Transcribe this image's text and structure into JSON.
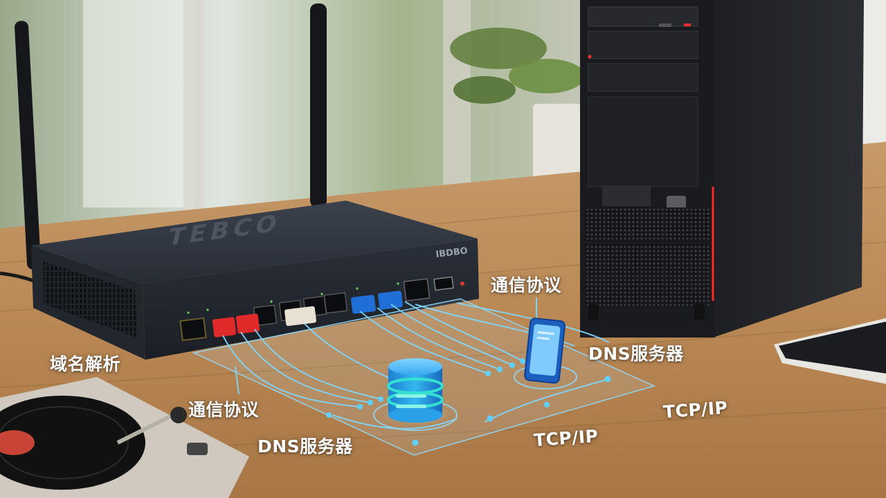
{
  "router": {
    "brand": "TEBCO",
    "badge": "IBDBO"
  },
  "labels": {
    "domain_resolution": "域名解析",
    "protocol_upper": "通信协议",
    "protocol_lower": "通信协议",
    "dns_right": "DNS服务器",
    "dns_lower": "DNS服务器",
    "tcpip_center": "TCP/IP",
    "tcpip_right": "TCP/IP"
  },
  "icons": {
    "database": "database-icon",
    "tablet": "tablet-icon"
  },
  "colors": {
    "overlay_line": "#7fd8ff",
    "db_blue": "#2a9ee6",
    "db_teal": "#35e0d0",
    "cable_red": "#e02a2a",
    "cable_blue": "#1f6fd6",
    "tower_accent": "#ff3030"
  }
}
